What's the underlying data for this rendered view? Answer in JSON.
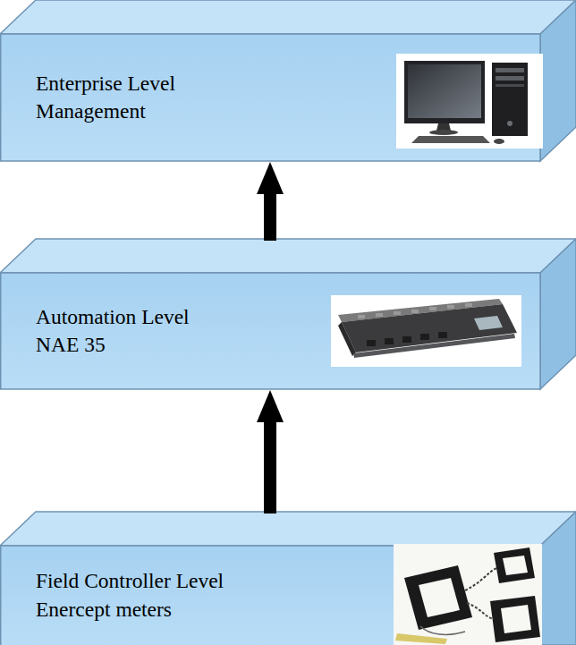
{
  "diagram": {
    "nodes": [
      {
        "text": [
          "Enterprise Level Management"
        ]
      },
      {
        "text": [
          "Automation Level",
          "NAE 35"
        ]
      },
      {
        "text": [
          "Field Controller Level",
          "Enercept meters"
        ]
      }
    ],
    "edges": [
      {
        "from": 2,
        "to": 1,
        "arrow": "to"
      },
      {
        "from": 1,
        "to": 0,
        "arrow": "to"
      }
    ]
  }
}
